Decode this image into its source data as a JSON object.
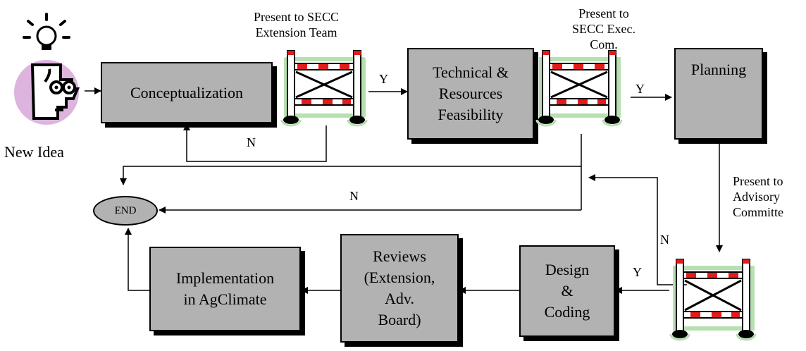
{
  "boxes": {
    "conceptualization": "Conceptualization",
    "technical_l1": "Technical &",
    "technical_l2": "Resources",
    "technical_l3": "Feasibility",
    "planning": "Planning",
    "design_l1": "Design",
    "design_l2": "&",
    "design_l3": "Coding",
    "reviews_l1": "Reviews",
    "reviews_l2": "(Extension,",
    "reviews_l3": "Adv.",
    "reviews_l4": "Board)",
    "implementation_l1": "Implementation",
    "implementation_l2": "in AgClimate"
  },
  "end": "END",
  "new_idea": "New Idea",
  "gate_labels": {
    "gate1_l1": "Present to SECC",
    "gate1_l2": "Extension Team",
    "gate2_l1": "Present to",
    "gate2_l2": "SECC Exec.",
    "gate2_l3": "Com.",
    "gate3_l1": "Present to",
    "gate3_l2": "Advisory",
    "gate3_l3": "Committe"
  },
  "decisions": {
    "yes": "Y",
    "no": "N"
  },
  "colors": {
    "box_fill": "#b2b2b2",
    "idea_face": "#ddb4dd",
    "gate_red": "#e41b1b",
    "gate_green": "#b6e0b0"
  }
}
